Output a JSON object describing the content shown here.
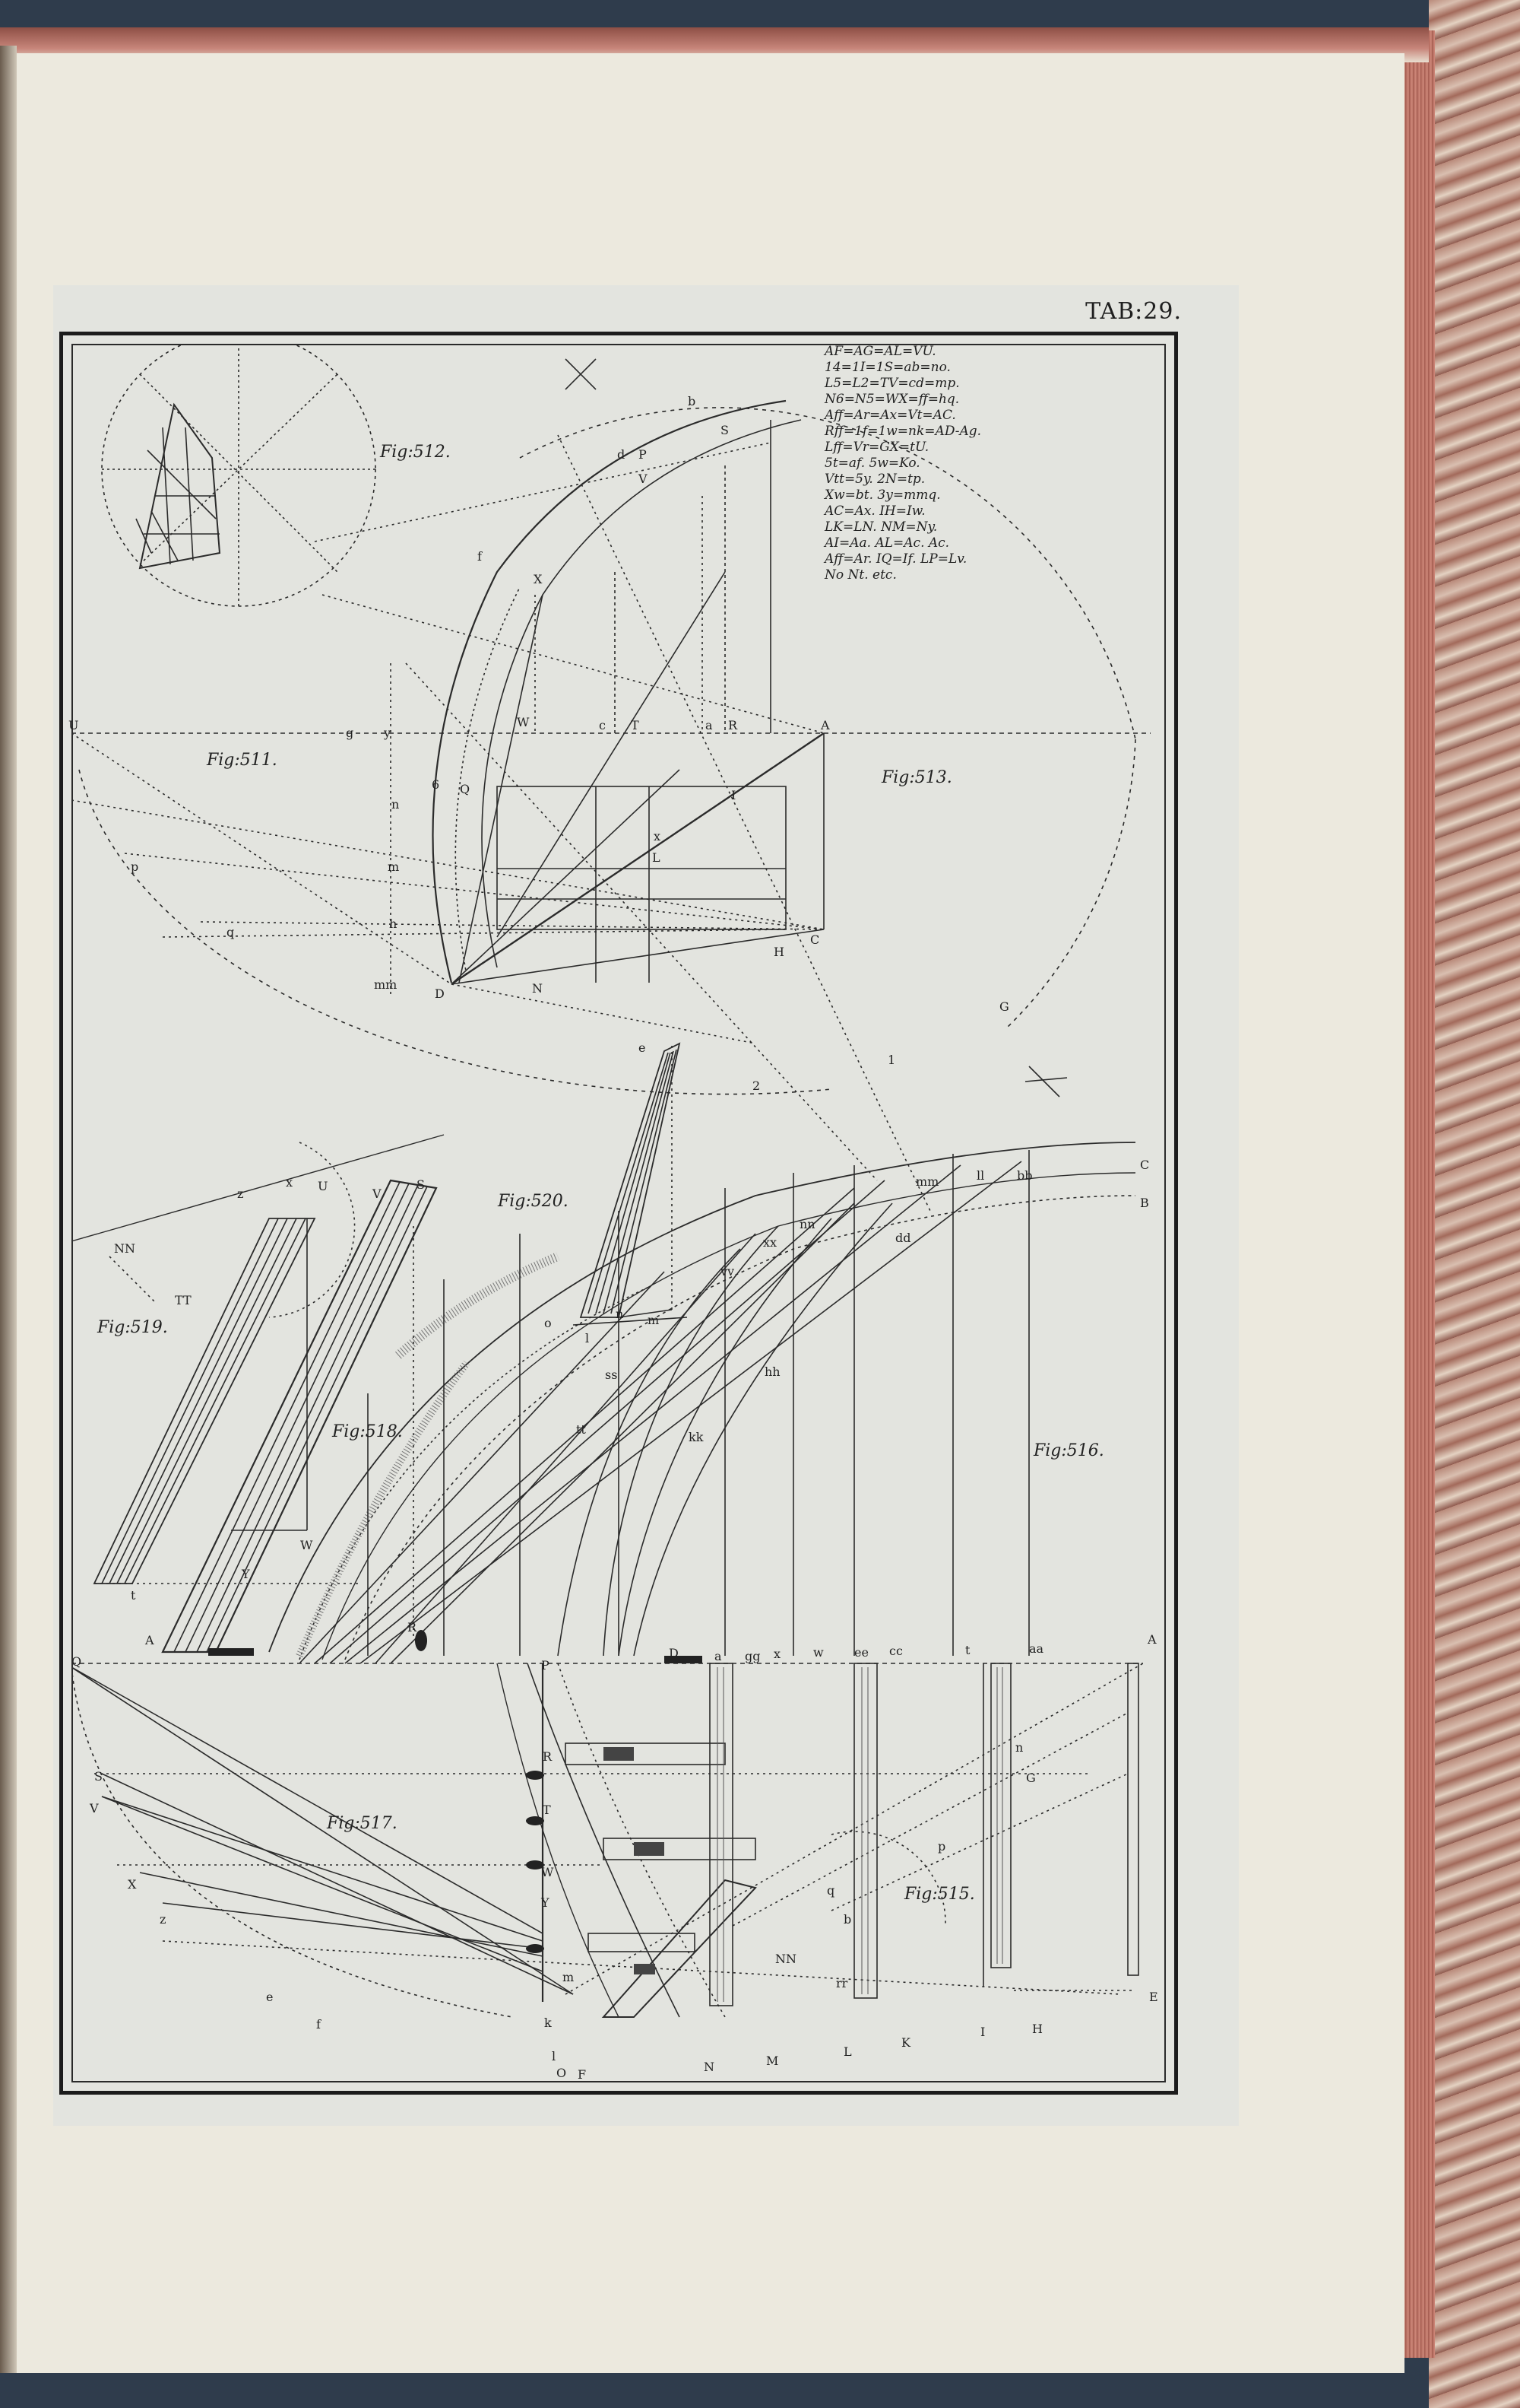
{
  "plate": {
    "title": "TAB:29.",
    "equations": [
      "AF=AG=AL=VU.",
      "14=1I=1S=ab=no.",
      "L5=L2=TV=cd=mp.",
      "N6=N5=WX=ff=hq.",
      "Aff=Ar=Ax=Vt=AC.",
      "Rff=1f=1w=nk=AD-Ag.",
      "Lff=Vr=GX=tU.",
      "5t=af. 5w=Ko.",
      "Vtt=5y. 2N=tp.",
      "Xw=bt. 3y=mmq.",
      "AC=Ax. IH=Iw.",
      "LK=LN. NM=Ny.",
      "AI=Aa. AL=Ac. Ac.",
      "Aff=Ar. IQ=If. LP=Lv.",
      "No Nt. etc."
    ]
  },
  "figures": {
    "fig512": "Fig:512.",
    "fig511": "Fig:511.",
    "fig513": "Fig:513.",
    "fig520": "Fig:520.",
    "fig519": "Fig:519.",
    "fig518": "Fig:518.",
    "fig516": "Fig:516.",
    "fig517": "Fig:517.",
    "fig515": "Fig:515."
  },
  "points": {
    "top": [
      "b",
      "S",
      "d",
      "P",
      "V",
      "f",
      "X",
      "W",
      "T",
      "a",
      "R",
      "A",
      "U",
      "g",
      "y",
      "c",
      "Q",
      "I",
      "n",
      "6",
      "m",
      "p",
      "x",
      "L",
      "q",
      "h",
      "H",
      "C",
      "D",
      "mm",
      "N",
      "G",
      "e",
      "2",
      "1"
    ],
    "middle": [
      "z",
      "x",
      "U",
      "V",
      "S",
      "NN",
      "TT",
      "Y",
      "W",
      "t",
      "A",
      "R",
      "l",
      "o",
      "m",
      "n",
      "C",
      "B",
      "mm",
      "ll",
      "bb",
      "nn",
      "dd",
      "xx",
      "vv",
      "tt",
      "ss",
      "kk",
      "hh"
    ],
    "bottom": [
      "Q",
      "P",
      "A",
      "D",
      "a",
      "gg",
      "x",
      "w",
      "ee",
      "cc",
      "t",
      "aa",
      "S",
      "V",
      "R",
      "T",
      "W",
      "Y",
      "X",
      "z",
      "e",
      "f",
      "m",
      "k",
      "l",
      "O",
      "F",
      "NN",
      "rr",
      "M",
      "N",
      "L",
      "K",
      "I",
      "H",
      "E",
      "G",
      "n",
      "p",
      "b",
      "q"
    ]
  }
}
